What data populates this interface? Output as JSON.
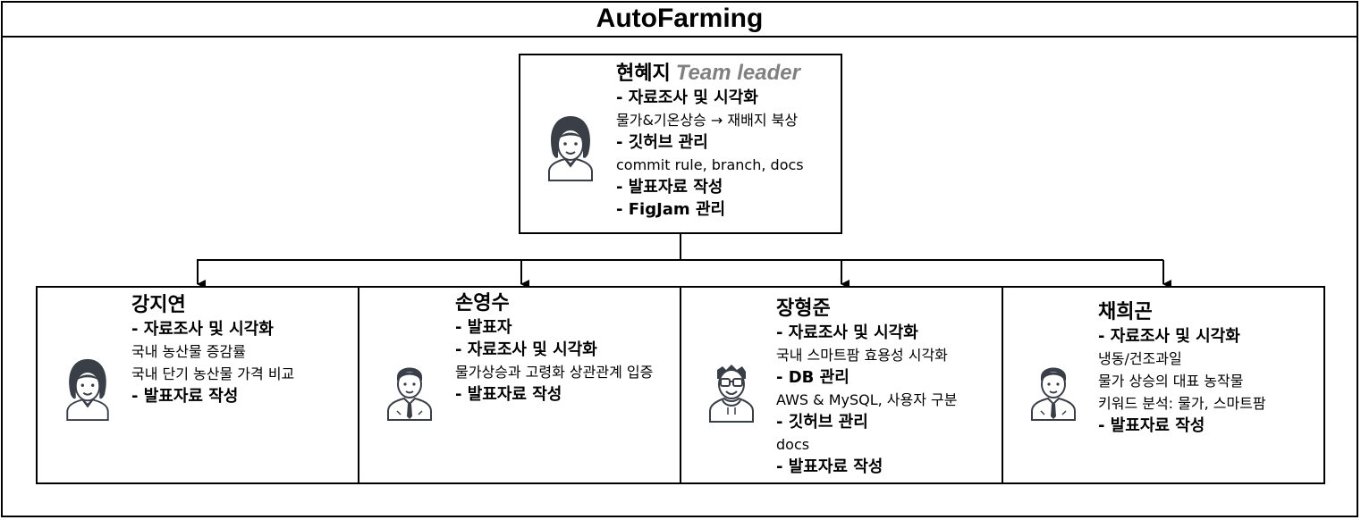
{
  "title": "AutoFarming",
  "leader": {
    "name": "현혜지",
    "role": "Team leader",
    "lines": [
      {
        "text": "- 자료조사 및 시각화",
        "bold": true
      },
      {
        "text": "물가&기온상승 → 재배지 북상",
        "bold": false
      },
      {
        "text": "- 깃허브 관리",
        "bold": true
      },
      {
        "text": "commit rule, branch, docs",
        "bold": false
      },
      {
        "text": "- 발표자료 작성",
        "bold": true
      },
      {
        "text": "- FigJam 관리",
        "bold": true
      }
    ]
  },
  "members": [
    {
      "name": "강지연",
      "lines": [
        {
          "text": "- 자료조사 및 시각화",
          "bold": true
        },
        {
          "text": "국내 농산물 증감률",
          "bold": false
        },
        {
          "text": "국내 단기 농산물 가격 비교",
          "bold": false
        },
        {
          "text": "- 발표자료 작성",
          "bold": true
        }
      ]
    },
    {
      "name": "손영수",
      "lines": [
        {
          "text": "- 발표자",
          "bold": true
        },
        {
          "text": "- 자료조사 및 시각화",
          "bold": true
        },
        {
          "text": "물가상승과 고령화 상관관계 입증",
          "bold": false
        },
        {
          "text": "- 발표자료 작성",
          "bold": true
        }
      ]
    },
    {
      "name": "장형준",
      "lines": [
        {
          "text": "- 자료조사 및 시각화",
          "bold": true
        },
        {
          "text": "국내 스마트팜 효용성 시각화",
          "bold": false
        },
        {
          "text": "- DB 관리",
          "bold": true
        },
        {
          "text": "AWS & MySQL, 사용자 구분",
          "bold": false
        },
        {
          "text": "- 깃허브 관리",
          "bold": true
        },
        {
          "text": "docs",
          "bold": false
        },
        {
          "text": "- 발표자료 작성",
          "bold": true
        }
      ]
    },
    {
      "name": "채희곤",
      "lines": [
        {
          "text": "- 자료조사 및 시각화",
          "bold": true
        },
        {
          "text": "냉동/건조과일",
          "bold": false
        },
        {
          "text": "물가 상승의 대표 농작물",
          "bold": false
        },
        {
          "text": "키워드 분석: 물가, 스마트팜",
          "bold": false
        },
        {
          "text": "- 발표자료 작성",
          "bold": true
        }
      ]
    }
  ],
  "icons": {
    "leader": "woman-avatar-icon",
    "members": [
      "woman-avatar-icon",
      "man-suit-avatar-icon",
      "man-glasses-avatar-icon",
      "man-suit-avatar-icon"
    ]
  }
}
